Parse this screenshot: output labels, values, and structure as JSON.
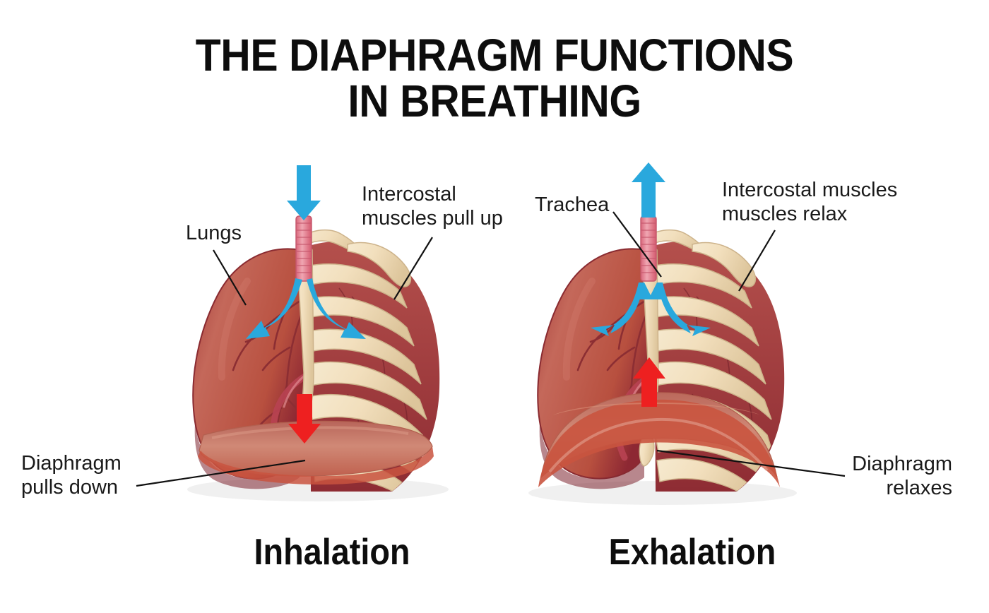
{
  "title": {
    "line1": "THE DIAPHRAGM FUNCTIONS",
    "line2": "IN BREATHING"
  },
  "panels": [
    {
      "id": "inhalation",
      "caption": "Inhalation",
      "labels": {
        "lungs": "Lungs",
        "intercostal": "Intercostal\nmuscles pull up",
        "diaphragm": "Diaphragm\npulls down"
      },
      "airflow_direction": "in",
      "diaphragm_shape": "flattened",
      "rib_arrow_direction": "outward-down",
      "diaphragm_arrow_direction": "down"
    },
    {
      "id": "exhalation",
      "caption": "Exhalation",
      "labels": {
        "trachea": "Trachea",
        "intercostal": "Intercostal muscles\nmuscles relax",
        "diaphragm": "Diaphragm\nrelaxes"
      },
      "airflow_direction": "out",
      "diaphragm_shape": "domed",
      "rib_arrow_direction": "inward-up",
      "diaphragm_arrow_direction": "up"
    }
  ],
  "colors": {
    "background": "#ffffff",
    "text": "#1a1a1a",
    "title": "#0d0d0d",
    "airflow_arrow": "#29a8dd",
    "diaphragm_arrow": "#ee2020",
    "lung": "#c4685a",
    "lung_dark": "#8d2833",
    "bronchi": "#8c2e33",
    "bone": "#f2e0be",
    "bone_shade": "#d9c096",
    "trachea": "#e8808f",
    "diaphragm": "#cf7a68",
    "leader_line": "#111111"
  }
}
